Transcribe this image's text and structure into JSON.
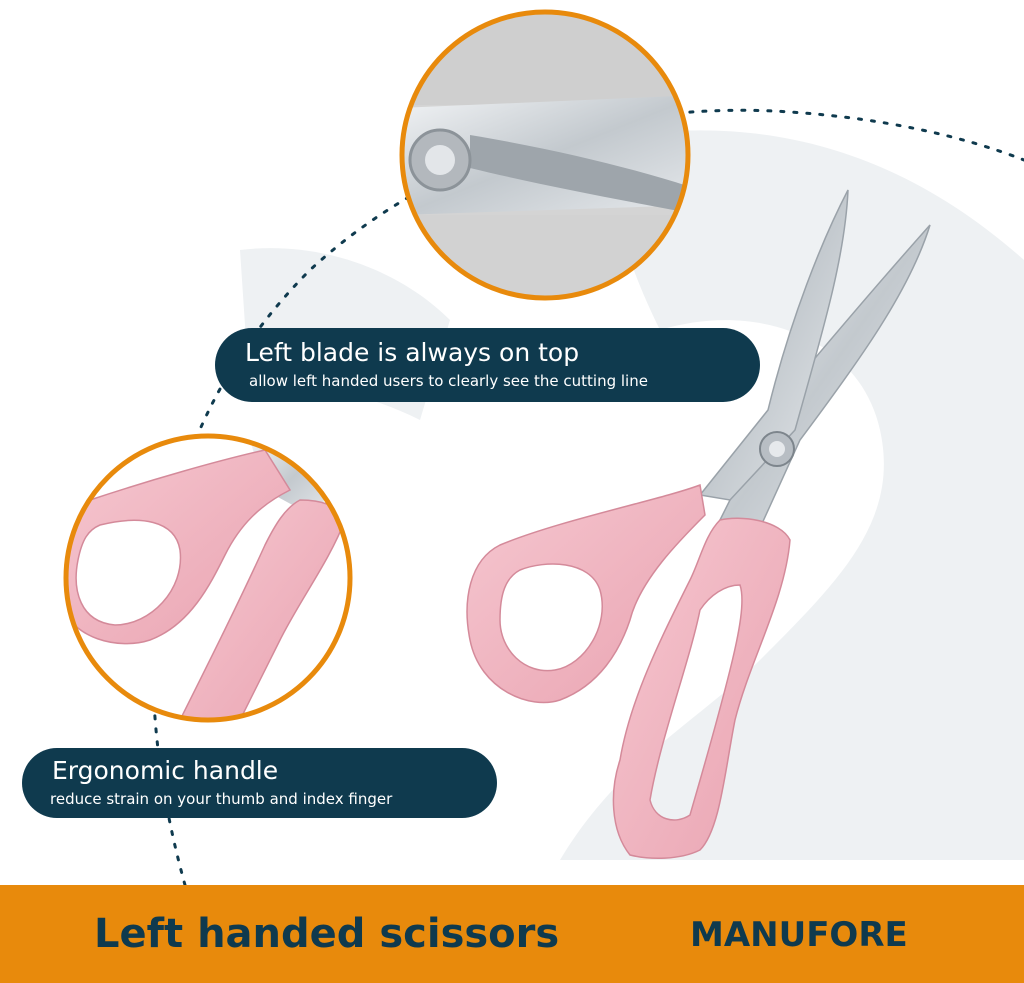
{
  "callouts": {
    "blade": {
      "title": "Left blade is always on top",
      "subtitle": "allow left handed users to clearly see the cutting line"
    },
    "handle": {
      "title": "Ergonomic handle",
      "subtitle": "reduce strain on your thumb and index finger"
    }
  },
  "banner": {
    "title": "Left handed scissors",
    "brand": "MANUFORE"
  },
  "colors": {
    "navy": "#0f3a4e",
    "orange": "#e88a0c",
    "pink": "#f0b3bf",
    "steel": "#c9ced3"
  }
}
